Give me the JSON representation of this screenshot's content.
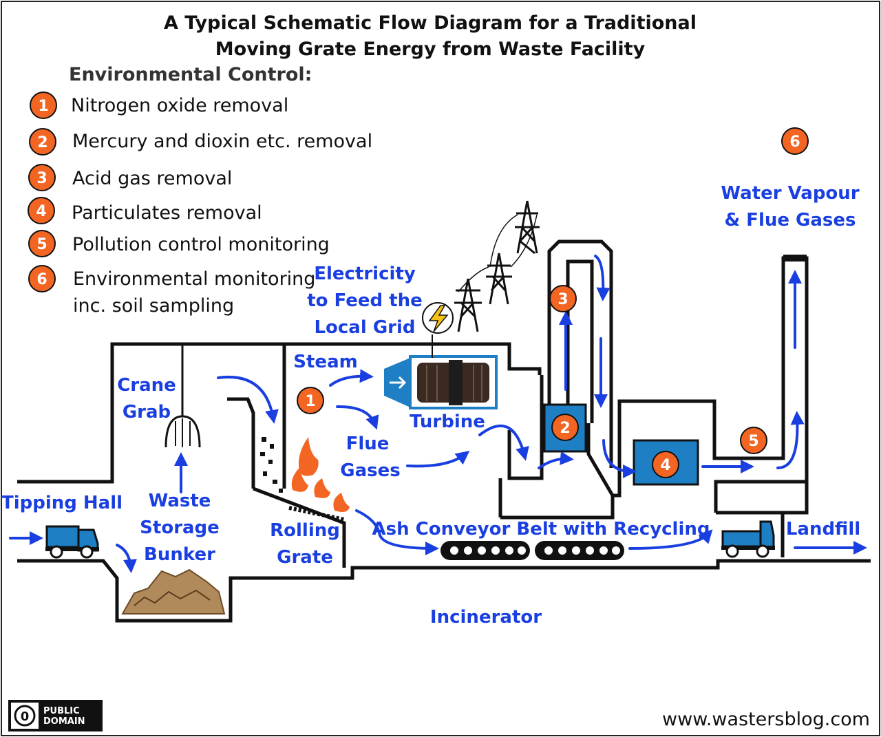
{
  "title": {
    "line1": "A Typical Schematic Flow Diagram for a Traditional",
    "line2": "Moving Grate Energy from Waste Facility"
  },
  "legend": {
    "heading": "Environmental Control:",
    "items": [
      {
        "num": "1",
        "label": "Nitrogen oxide removal"
      },
      {
        "num": "2",
        "label": "Mercury and dioxin etc. removal"
      },
      {
        "num": "3",
        "label": "Acid gas removal"
      },
      {
        "num": "4",
        "label": "Particulates removal"
      },
      {
        "num": "5",
        "label": "Pollution control monitoring"
      },
      {
        "num": "6",
        "label": "Environmental monitoring",
        "label2": "inc. soil sampling"
      }
    ]
  },
  "labels": {
    "electricity": [
      "Electricity",
      "to Feed the",
      "Local Grid"
    ],
    "water_vapour": [
      "Water Vapour",
      "& Flue Gases"
    ],
    "steam": "Steam",
    "turbine": "Turbine",
    "flue_gases": [
      "Flue",
      "Gases"
    ],
    "crane_grab": [
      "Crane",
      "Grab"
    ],
    "tipping_hall": "Tipping Hall",
    "waste_storage": [
      "Waste",
      "Storage",
      "Bunker"
    ],
    "rolling_grate": [
      "Rolling",
      "Grate"
    ],
    "ash_conveyor": "Ash Conveyor Belt with Recycling",
    "landfill": "Landfill",
    "incinerator": "Incinerator"
  },
  "badges": {
    "stage1": "1",
    "stage2": "2",
    "stage3": "3",
    "stage4": "4",
    "stage5": "5",
    "stage6": "6"
  },
  "license": [
    "PUBLIC",
    "DOMAIN"
  ],
  "license_symbol": "0",
  "footer": "www.wastersblog.com",
  "colors": {
    "badge_fill": "#f26522",
    "label_blue": "#1a3fe0",
    "equipment_blue": "#1f7fc4"
  }
}
